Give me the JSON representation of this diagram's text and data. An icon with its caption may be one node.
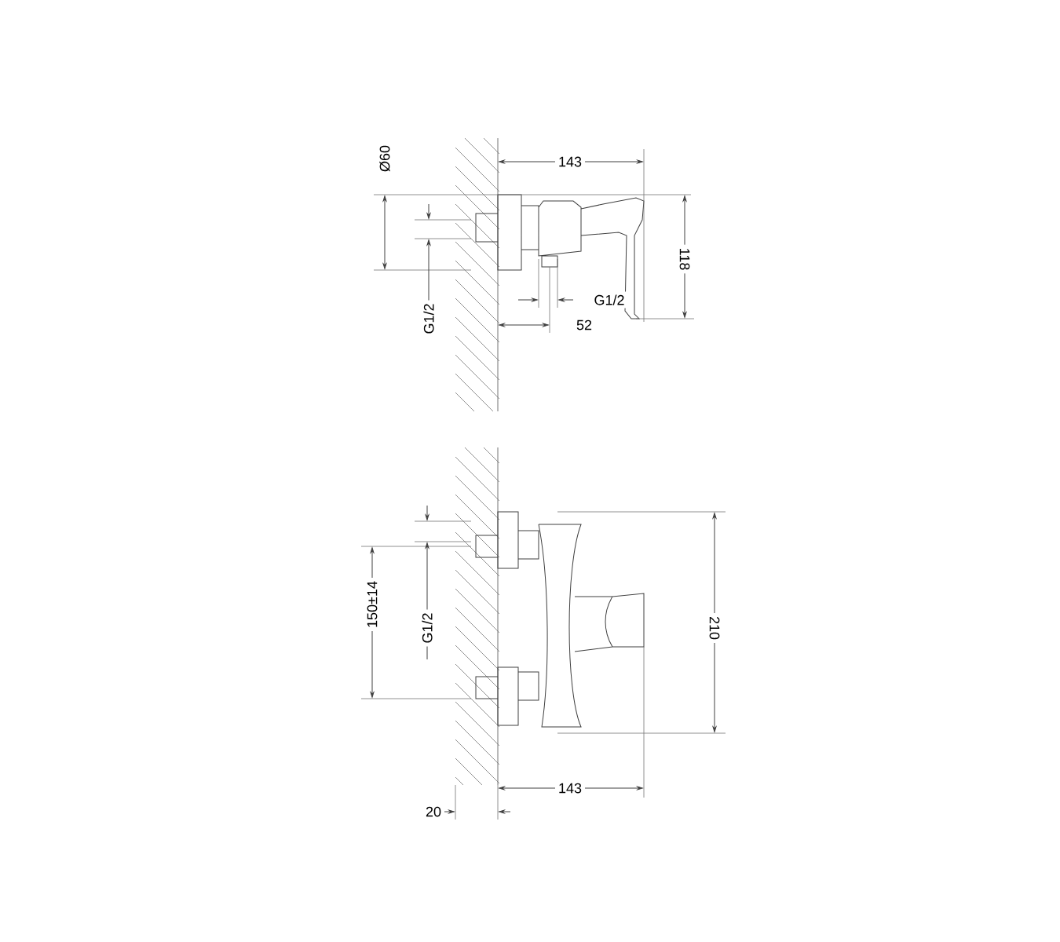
{
  "diagram": {
    "labels": [
      "143",
      "Ø60",
      "118",
      "G1/2",
      "G1/2",
      "52",
      "150±14",
      "G1/2",
      "210",
      "20",
      "143"
    ]
  }
}
